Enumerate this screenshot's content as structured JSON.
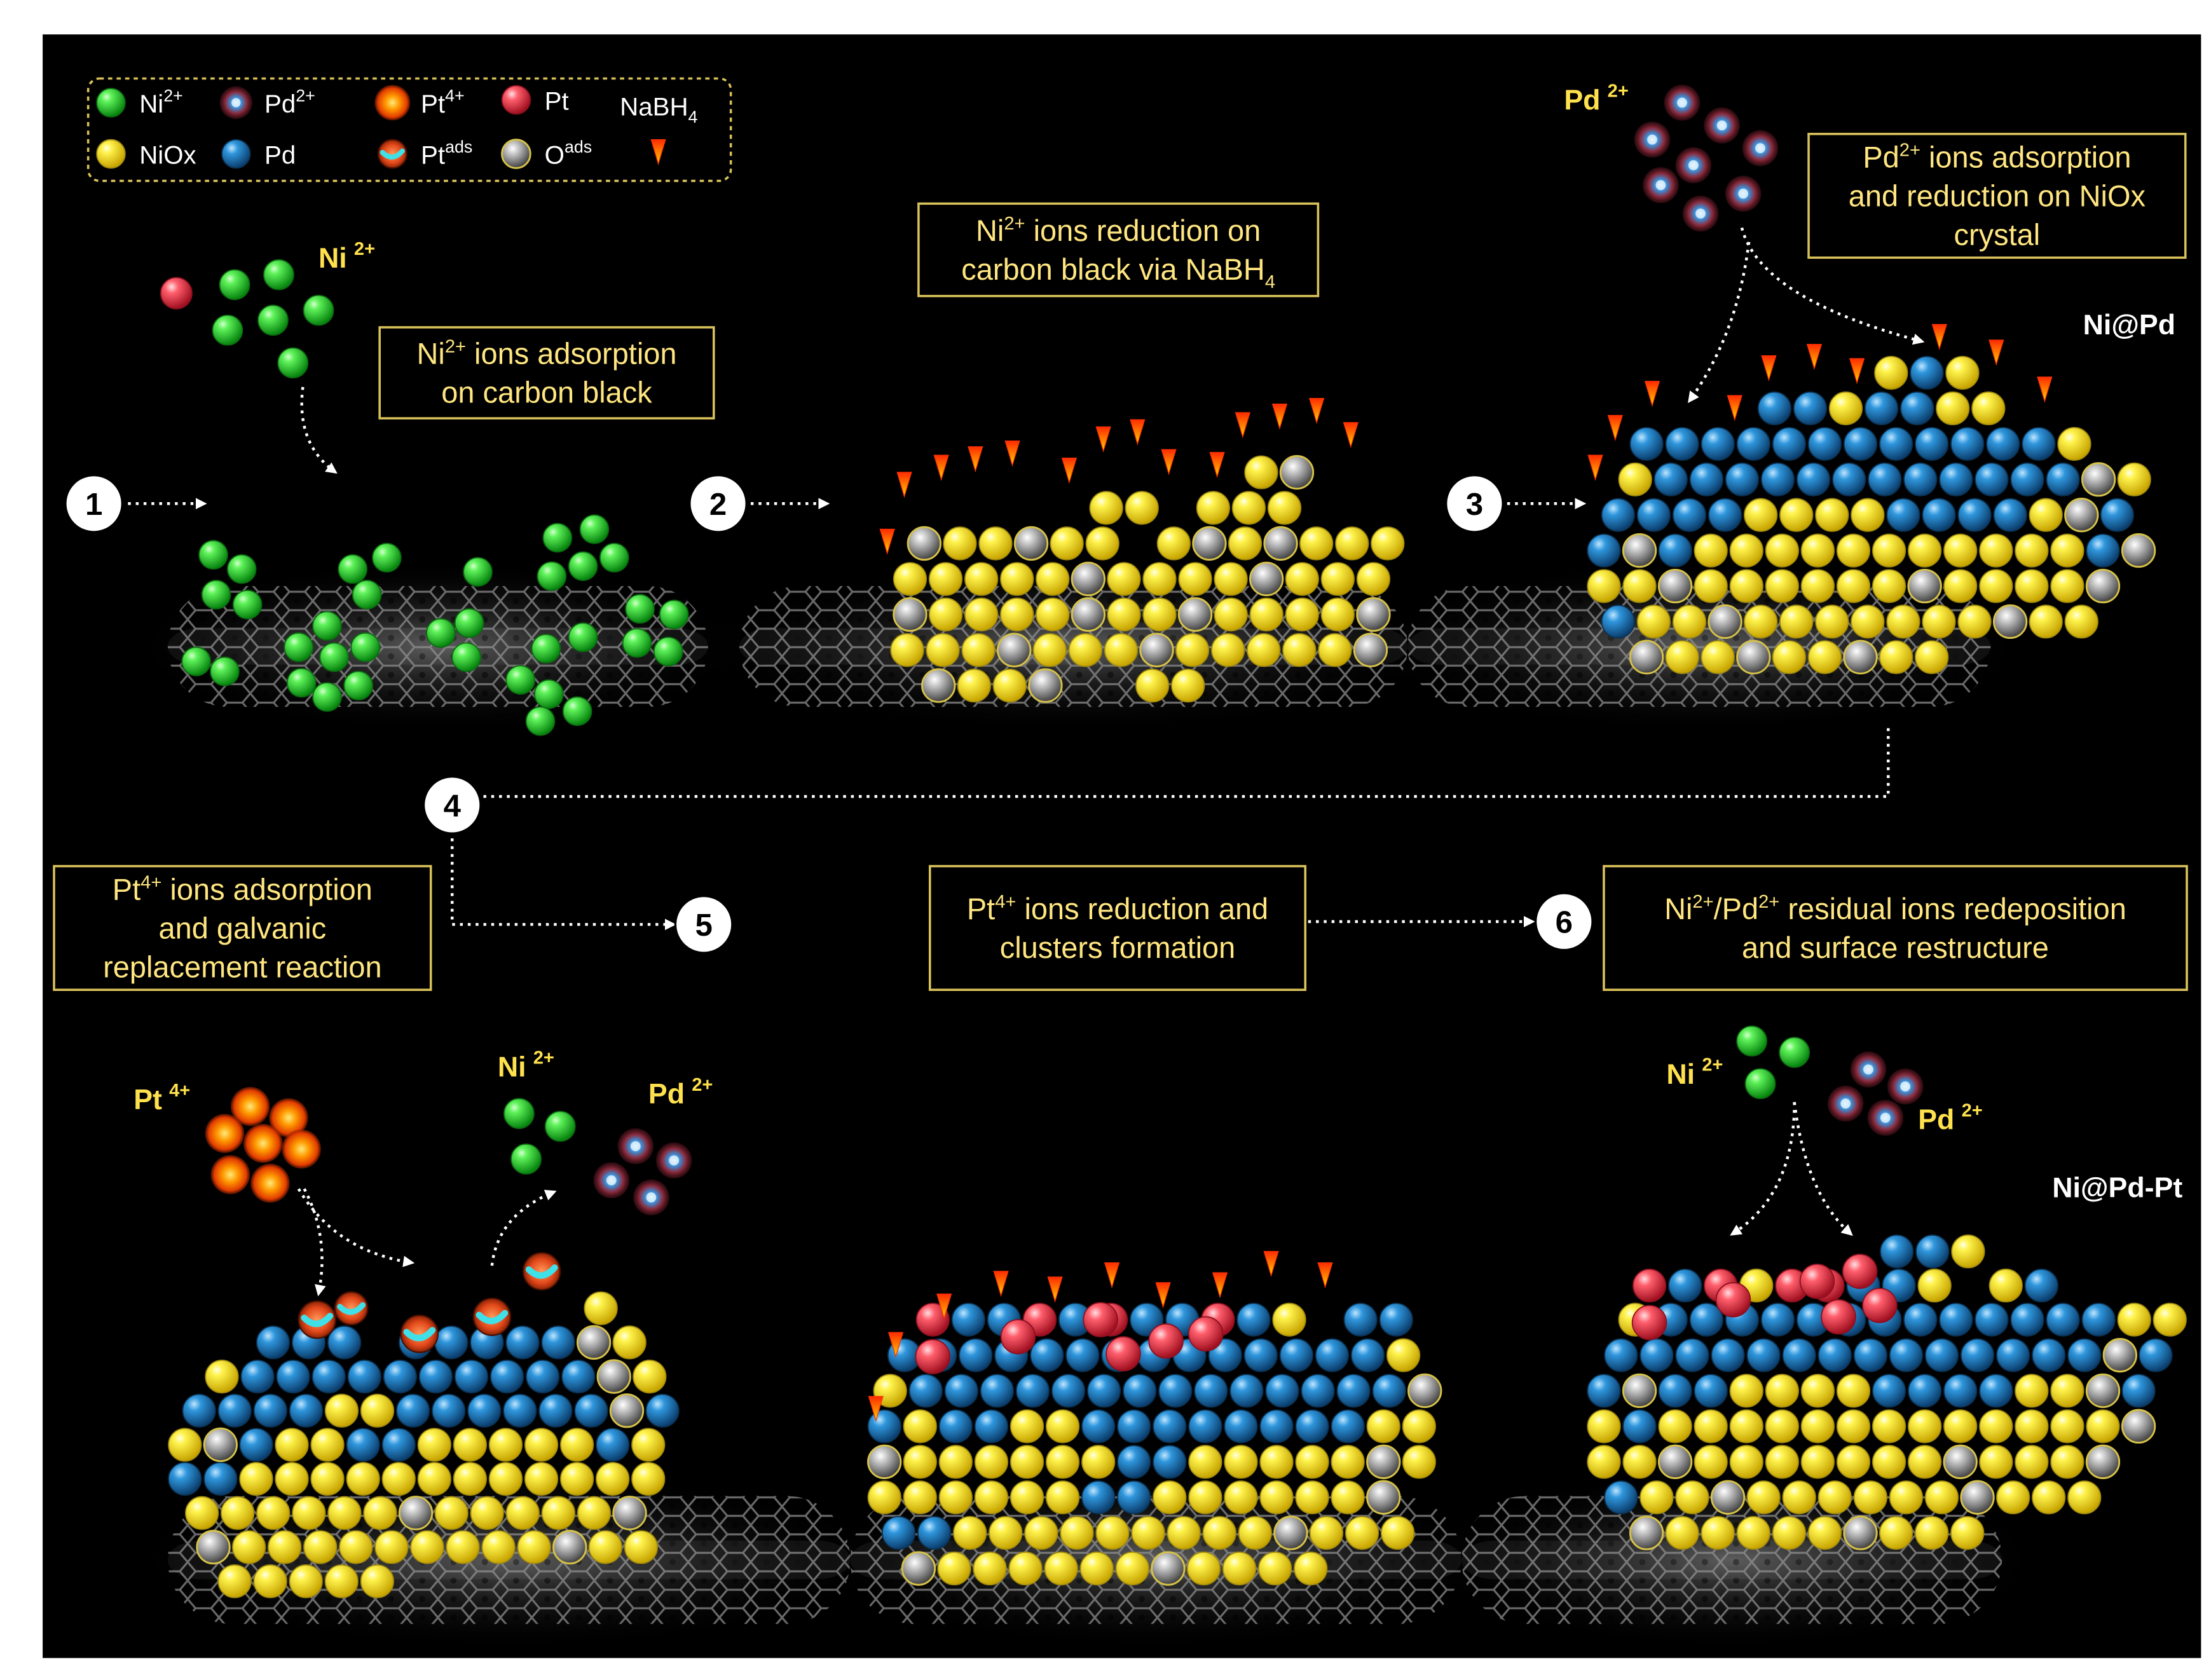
{
  "legend": {
    "items": [
      {
        "id": "ni2",
        "label": "Ni",
        "sup": "2+",
        "sub": "",
        "type": "ni"
      },
      {
        "id": "pd2",
        "label": "Pd",
        "sup": "2+",
        "sub": "",
        "type": "pdion"
      },
      {
        "id": "pt4",
        "label": "Pt",
        "sup": "4+",
        "sub": "",
        "type": "ption"
      },
      {
        "id": "pt",
        "label": "Pt",
        "sup": "",
        "sub": "",
        "type": "pt"
      },
      {
        "id": "nabh4",
        "label": "NaBH",
        "sup": "",
        "sub": "4",
        "type": "none"
      },
      {
        "id": "niox",
        "label": "NiOx",
        "sup": "",
        "sub": "",
        "type": "niox"
      },
      {
        "id": "pd",
        "label": "Pd",
        "sup": "",
        "sub": "",
        "type": "pd"
      },
      {
        "id": "ptads",
        "label": "Pt",
        "sup": "ads",
        "sub": "",
        "type": "ptads"
      },
      {
        "id": "oads",
        "label": "O",
        "sup": "ads",
        "sub": "",
        "type": "oads"
      },
      {
        "id": "nabh4-symbol",
        "label": "",
        "sup": "",
        "sub": "",
        "type": "nabh4"
      }
    ]
  },
  "steps": [
    "1",
    "2",
    "3",
    "4",
    "5",
    "6"
  ],
  "boxes": {
    "b1": {
      "lines": [
        [
          {
            "t": "Ni"
          },
          {
            "t": "2+",
            "sup": true
          },
          {
            "t": " ions adsorption"
          }
        ],
        [
          {
            "t": "on carbon black"
          }
        ]
      ]
    },
    "b2": {
      "lines": [
        [
          {
            "t": "Ni"
          },
          {
            "t": "2+",
            "sup": true
          },
          {
            "t": " ions reduction on"
          }
        ],
        [
          {
            "t": "carbon black via NaBH"
          },
          {
            "t": "4",
            "sub": true
          }
        ]
      ]
    },
    "b3": {
      "lines": [
        [
          {
            "t": "Pd"
          },
          {
            "t": "2+",
            "sup": true
          },
          {
            "t": " ions adsorption"
          }
        ],
        [
          {
            "t": "and reduction on NiOx"
          }
        ],
        [
          {
            "t": "crystal"
          }
        ]
      ]
    },
    "b4": {
      "lines": [
        [
          {
            "t": "Pt"
          },
          {
            "t": "4+",
            "sup": true
          },
          {
            "t": " ions adsorption"
          }
        ],
        [
          {
            "t": "and galvanic"
          }
        ],
        [
          {
            "t": "replacement reaction"
          }
        ]
      ]
    },
    "b5": {
      "lines": [
        [
          {
            "t": "Pt"
          },
          {
            "t": "4+",
            "sup": true
          },
          {
            "t": " ions reduction and"
          }
        ],
        [
          {
            "t": "clusters formation"
          }
        ]
      ]
    },
    "b6": {
      "lines": [
        [
          {
            "t": "Ni"
          },
          {
            "t": "2+",
            "sup": true
          },
          {
            "t": "/Pd"
          },
          {
            "t": "2+",
            "sup": true
          },
          {
            "t": " residual ions redeposition"
          }
        ],
        [
          {
            "t": "and surface restructure"
          }
        ]
      ]
    }
  },
  "ion_labels": {
    "ni_a": {
      "base": "Ni",
      "sup": "2+"
    },
    "pd_a": {
      "base": "Pd",
      "sup": "2+"
    },
    "pt_b": {
      "base": "Pt",
      "sup": "4+"
    },
    "ni_b": {
      "base": "Ni",
      "sup": "2+"
    },
    "pd_b": {
      "base": "Pd",
      "sup": "2+"
    },
    "ni_c": {
      "base": "Ni",
      "sup": "2+"
    },
    "pd_c": {
      "base": "Pd",
      "sup": "2+"
    }
  },
  "product_labels": {
    "nipd": "Ni@Pd",
    "nipdpt": "Ni@Pd-Pt"
  },
  "colors": {
    "background": "#000000",
    "box_border": "#d9c25a",
    "box_text": "#ffe680",
    "ni": "#1fd12a",
    "niox": "#ffee1a",
    "pd": "#1f7fc4",
    "pt": "#ff4757",
    "pt_ion": "#ff7a00",
    "o_ads": "#9a9a9a",
    "nabh4": "#ff6a00"
  }
}
